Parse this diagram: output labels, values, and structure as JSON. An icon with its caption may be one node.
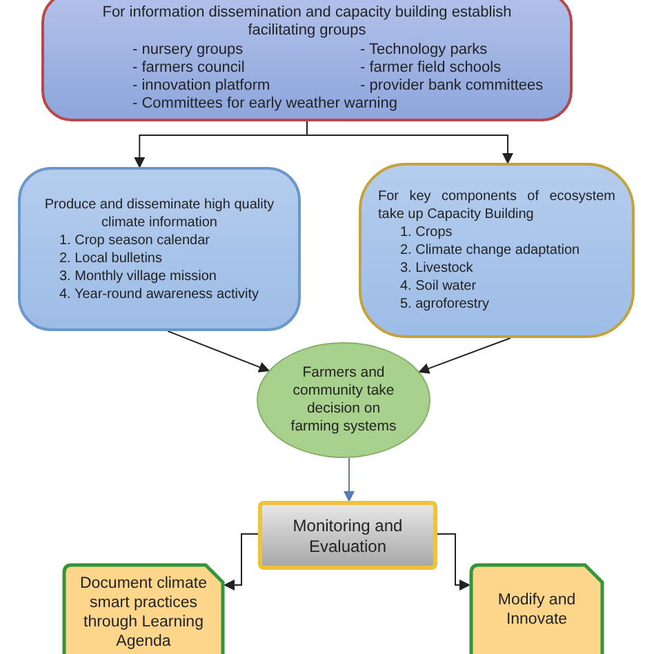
{
  "diagram": {
    "nodes": [
      {
        "text": [
          "For information dissemination and capacity building establish facilitating groups",
          "- nursery groups",
          "- Technology parks",
          "- farmers council",
          "- farmer field schools",
          "- innovation platform",
          "- provider bank committees",
          "- Committees for early weather warning"
        ]
      },
      {
        "text": [
          "Produce and disseminate high quality climate information",
          "1. Crop season calendar",
          "2. Local bulletins",
          "3. Monthly village mission",
          "4. Year-round awareness activity"
        ]
      },
      {
        "text": [
          "For key components of ecosystem take up Capacity Building",
          "1. Crops",
          "2. Climate change adaptation",
          "3. Livestock",
          "4. Soil water",
          "5. agroforestry"
        ]
      },
      {
        "text": [
          "Farmers and community take decision on farming systems"
        ]
      },
      {
        "text": [
          "Monitoring and Evaluation"
        ]
      },
      {
        "text": [
          "Document climate smart practices through Learning Agenda"
        ]
      },
      {
        "text": [
          "Modify and Innovate"
        ]
      }
    ],
    "edges": [
      {
        "from": 0,
        "to": 1,
        "arrow": "to"
      },
      {
        "from": 0,
        "to": 2,
        "arrow": "to"
      },
      {
        "from": 1,
        "to": 3,
        "arrow": "to"
      },
      {
        "from": 2,
        "to": 3,
        "arrow": "to"
      },
      {
        "from": 3,
        "to": 4,
        "arrow": "to",
        "color": "#5a7bb5"
      },
      {
        "from": 4,
        "to": 5,
        "arrow": "to"
      },
      {
        "from": 4,
        "to": 6,
        "arrow": "to"
      }
    ]
  }
}
